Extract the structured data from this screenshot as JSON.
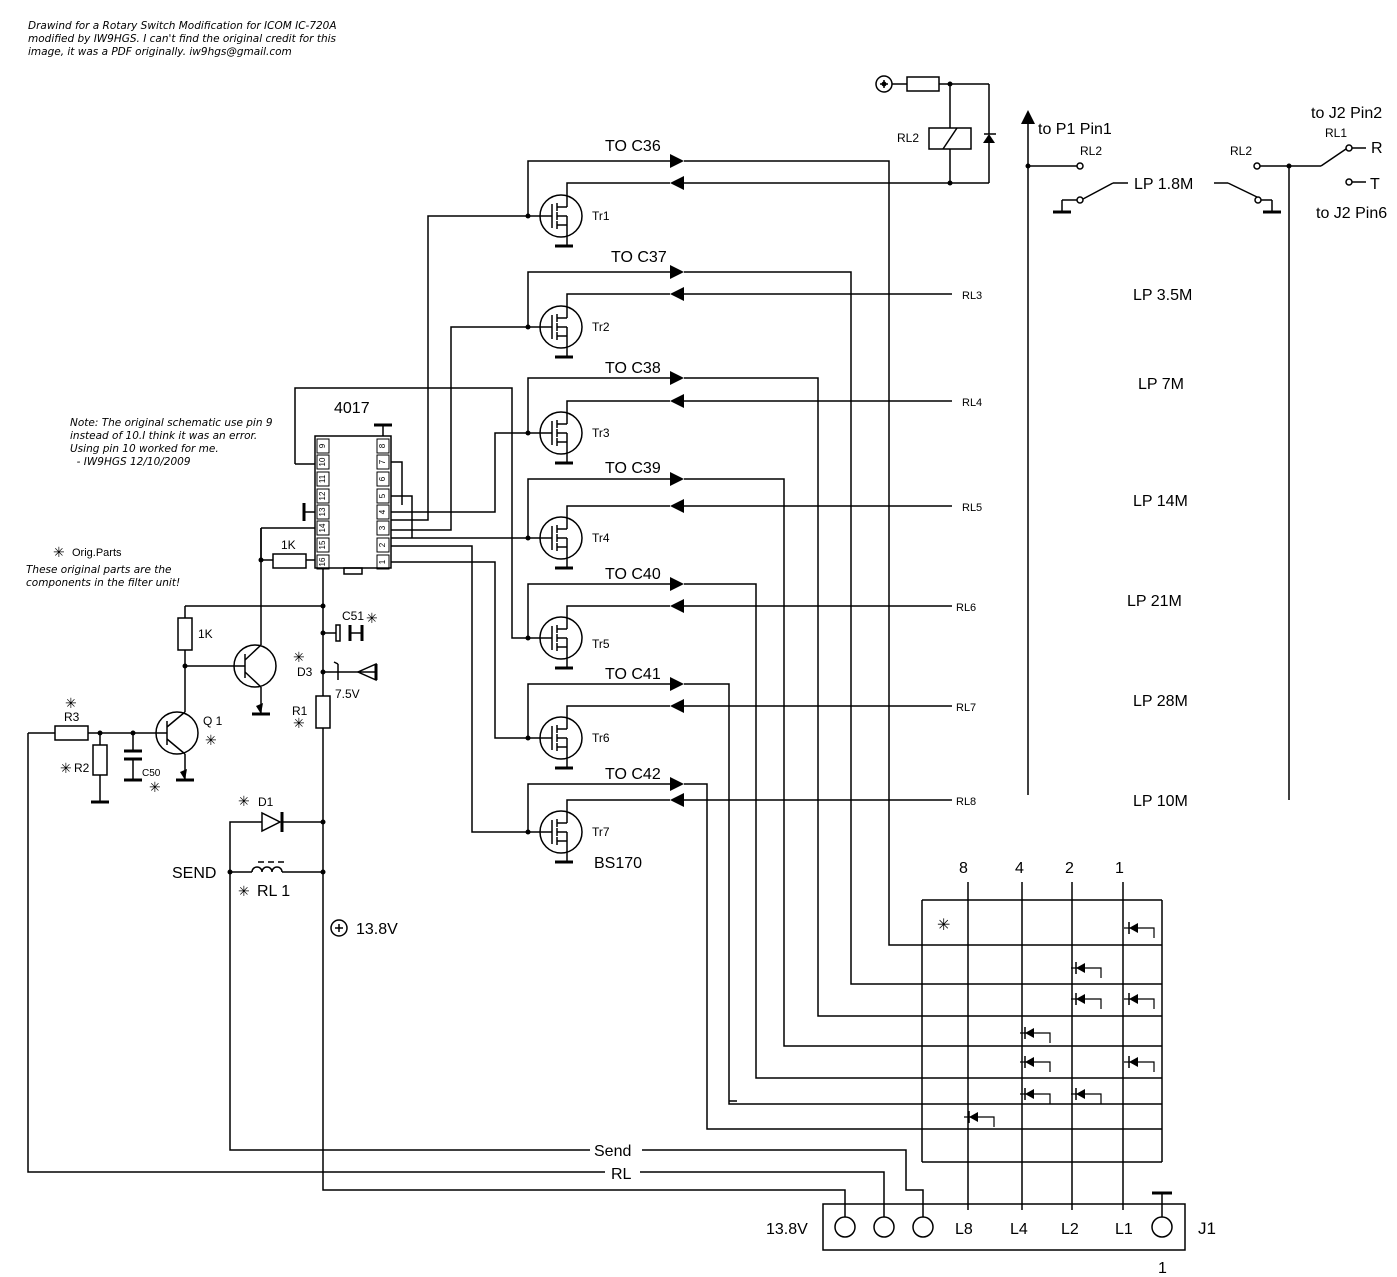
{
  "notes": {
    "credit": "Drawind for a Rotary Switch Modification for ICOM IC-720A\nmodified by IW9HGS. I can't find the original credit for this\nimage, it was a PDF originally. iw9hgs@gmail.com",
    "pin_note": "Note: The original schematic use pin 9\ninstead of 10.I think it was an error.\nUsing pin 10 worked for me.\n  - IW9HGS 12/10/2009",
    "orig_parts_title": "Orig.Parts",
    "orig_parts_text": "These original parts are the\ncomponents in the filter unit!"
  },
  "ic": {
    "name": "4017",
    "left_pins": [
      "9",
      "10",
      "11",
      "12",
      "13",
      "14",
      "15",
      "16"
    ],
    "right_pins": [
      "8",
      "7",
      "6",
      "5",
      "4",
      "3",
      "2",
      "1"
    ]
  },
  "transistors": [
    {
      "label": "Tr1",
      "to": "TO C36",
      "rl": ""
    },
    {
      "label": "Tr2",
      "to": "TO C37",
      "rl": "RL3"
    },
    {
      "label": "Tr3",
      "to": "TO C38",
      "rl": "RL4"
    },
    {
      "label": "Tr4",
      "to": "TO C39",
      "rl": "RL5"
    },
    {
      "label": "Tr5",
      "to": "TO C40",
      "rl": "RL6"
    },
    {
      "label": "Tr6",
      "to": "TO C41",
      "rl": "RL7"
    },
    {
      "label": "Tr7",
      "to": "TO C42",
      "rl": "RL8"
    }
  ],
  "bs170": "BS170",
  "filters": [
    "LP 1.8M",
    "LP 3.5M",
    "LP 7M",
    "LP 14M",
    "LP 21M",
    "LP 28M",
    "LP 10M"
  ],
  "relay_section": {
    "rl2_coil": "RL2",
    "to_p1": "to P1 Pin1",
    "rl2_a": "RL2",
    "rl2_b": "RL2",
    "rl1": "RL1",
    "to_j2_pin2": "to J2 Pin2",
    "to_j2_pin6": "to J2 Pin6",
    "r": "R",
    "t": "T"
  },
  "components": {
    "r_1k_a": "1K",
    "r_1k_b": "1K",
    "c51": "C51",
    "d3": "D3",
    "zener": "7.5V",
    "r1": "R1",
    "r3": "R3",
    "r2": "R2",
    "c50": "C50",
    "q1": "Q 1",
    "d1": "D1",
    "rl1": "RL 1",
    "send": "SEND",
    "v138": "13.8V",
    "asterisk": "✳"
  },
  "matrix": {
    "headers": [
      "8",
      "4",
      "2",
      "1"
    ]
  },
  "bottom": {
    "send": "Send",
    "rl": "RL"
  },
  "j1": {
    "label": "J1",
    "pins": [
      "13.8V",
      "L8",
      "L4",
      "L2",
      "L1"
    ],
    "pin_one": "1"
  }
}
